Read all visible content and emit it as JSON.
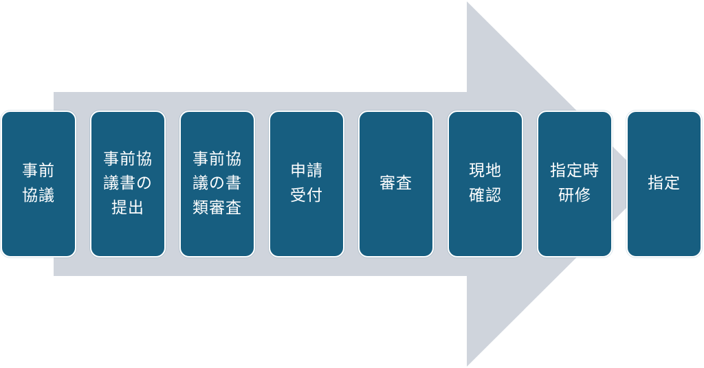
{
  "colors": {
    "arrow_fill": "#cfd4dc",
    "step_fill": "#175e80",
    "step_border": "#ffffff",
    "step_text": "#ffffff"
  },
  "steps": [
    {
      "label": "事前\n協議"
    },
    {
      "label": "事前協\n議書の\n提出"
    },
    {
      "label": "事前協\n議の書\n類審査"
    },
    {
      "label": "申請\n受付"
    },
    {
      "label": "審査"
    },
    {
      "label": "現地\n確認"
    },
    {
      "label": "指定時\n研修"
    },
    {
      "label": "指定"
    }
  ]
}
